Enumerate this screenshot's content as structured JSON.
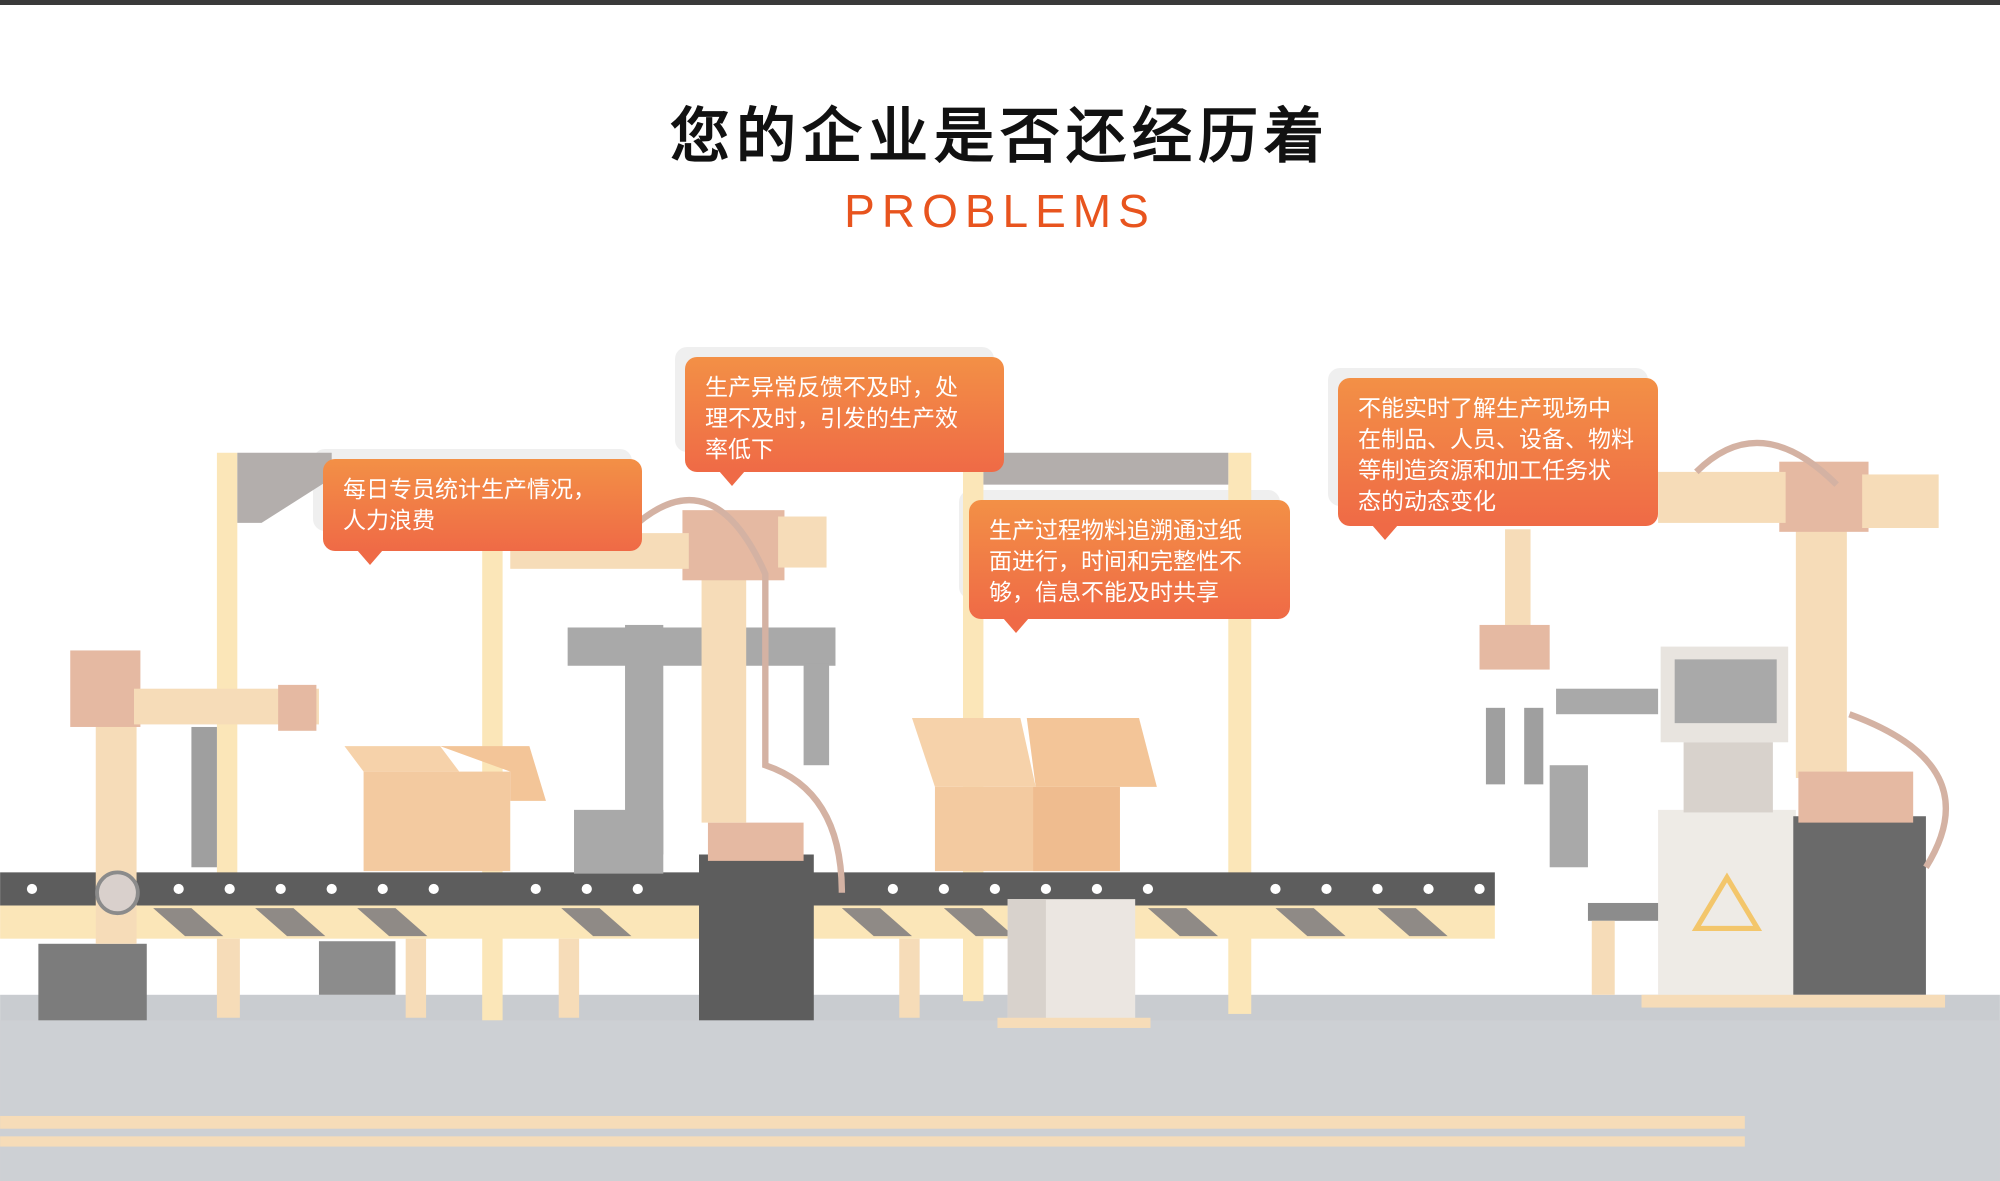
{
  "header": {
    "title": "您的企业是否还经历着",
    "subtitle": "PROBLEMS"
  },
  "problems": [
    {
      "lines": [
        "每日专员统计生产情况，",
        "人力浪费"
      ]
    },
    {
      "lines": [
        "生产异常反馈不及时，处",
        "理不及时，引发的生产效",
        "率低下"
      ]
    },
    {
      "lines": [
        "生产过程物料追溯通过纸",
        "面进行，时间和完整性不",
        "够，信息不能及时共享"
      ]
    },
    {
      "lines": [
        "不能实时了解生产现场中",
        "在制品、人员、设备、物料",
        "等制造资源和加工任务状",
        "态的动态变化"
      ]
    }
  ],
  "colors": {
    "accent": "#e8541e",
    "bubble_top": "#f39046",
    "bubble_bottom": "#ef6a46"
  }
}
